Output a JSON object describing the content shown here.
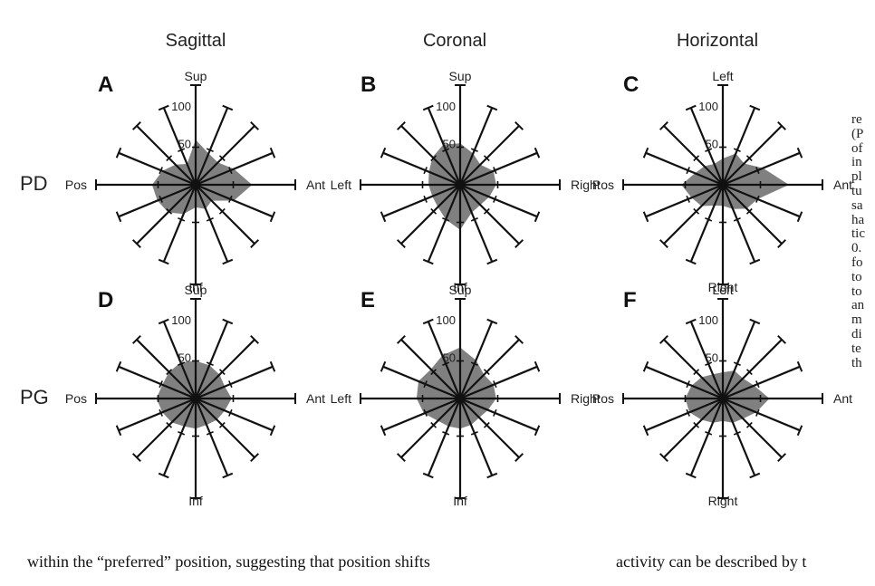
{
  "column_titles": [
    "Sagittal",
    "Coronal",
    "Horizontal"
  ],
  "row_labels": [
    "PD",
    "PG"
  ],
  "side_text_lines": [
    "re",
    "(P",
    "of",
    "in",
    "pl",
    "tu",
    "sa",
    "ha",
    "tic",
    "0.",
    "fo",
    "to",
    "to",
    "an",
    "m",
    "di",
    "te",
    "th"
  ],
  "bottom_text": {
    "left": "within the “preferred” position, suggesting that position shifts",
    "right": "activity can be described by t"
  },
  "chart_data": [
    {
      "type": "radar",
      "panel": "A",
      "labels": {
        "top": "Sup",
        "bottom": "Inf",
        "left": "Pos",
        "right": "Ant"
      },
      "scale_labels": [
        "100",
        "50"
      ],
      "values": [
        60,
        45,
        42,
        55,
        75,
        55,
        30,
        35,
        30,
        42,
        52,
        55,
        58,
        48,
        38,
        30
      ]
    },
    {
      "type": "radar",
      "panel": "B",
      "labels": {
        "top": "Sup",
        "bottom": "Inf",
        "left": "Left",
        "right": "Right"
      },
      "scale_labels": [
        "100",
        "50"
      ],
      "values": [
        55,
        45,
        38,
        48,
        48,
        42,
        38,
        40,
        60,
        50,
        42,
        40,
        42,
        45,
        52,
        58
      ]
    },
    {
      "type": "radar",
      "panel": "C",
      "labels": {
        "top": "Left",
        "bottom": "Right",
        "left": "Pos",
        "right": "Ant"
      },
      "scale_labels": [
        "100",
        "50"
      ],
      "values": [
        35,
        45,
        40,
        58,
        88,
        50,
        45,
        35,
        28,
        30,
        40,
        45,
        55,
        40,
        35,
        30
      ]
    },
    {
      "type": "radar",
      "panel": "D",
      "labels": {
        "top": "Sup",
        "bottom": "Inf",
        "left": "Pos",
        "right": "Ant"
      },
      "scale_labels": [
        "100",
        "50"
      ],
      "values": [
        50,
        48,
        45,
        42,
        48,
        42,
        40,
        38,
        40,
        40,
        45,
        48,
        52,
        48,
        50,
        52
      ]
    },
    {
      "type": "radar",
      "panel": "E",
      "labels": {
        "top": "Sup",
        "bottom": "Inf",
        "left": "Left",
        "right": "Right"
      },
      "scale_labels": [
        "100",
        "50"
      ],
      "values": [
        68,
        55,
        45,
        48,
        48,
        40,
        36,
        38,
        40,
        40,
        42,
        52,
        58,
        60,
        55,
        62
      ]
    },
    {
      "type": "radar",
      "panel": "F",
      "labels": {
        "top": "Left",
        "bottom": "Right",
        "left": "Pos",
        "right": "Ant"
      },
      "scale_labels": [
        "100",
        "50"
      ],
      "values": [
        35,
        40,
        38,
        45,
        62,
        48,
        38,
        35,
        30,
        35,
        40,
        48,
        50,
        45,
        40,
        35
      ]
    }
  ]
}
